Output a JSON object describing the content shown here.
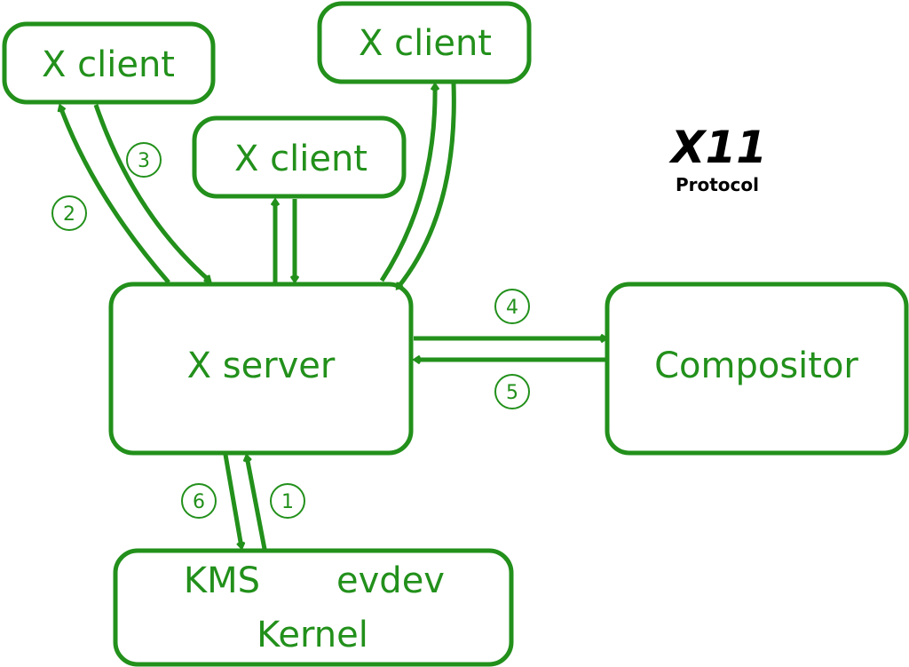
{
  "nodes": {
    "client_left": "X client",
    "client_middle": "X client",
    "client_right": "X client",
    "server": "X server",
    "compositor": "Compositor",
    "kernel_kms": "KMS",
    "kernel_evdev": "evdev",
    "kernel": "Kernel"
  },
  "steps": [
    "1",
    "2",
    "3",
    "4",
    "5",
    "6"
  ],
  "legend": {
    "title": "X11",
    "subtitle": "Protocol"
  },
  "colors": {
    "accent": "#22901b",
    "title": "#000000"
  }
}
